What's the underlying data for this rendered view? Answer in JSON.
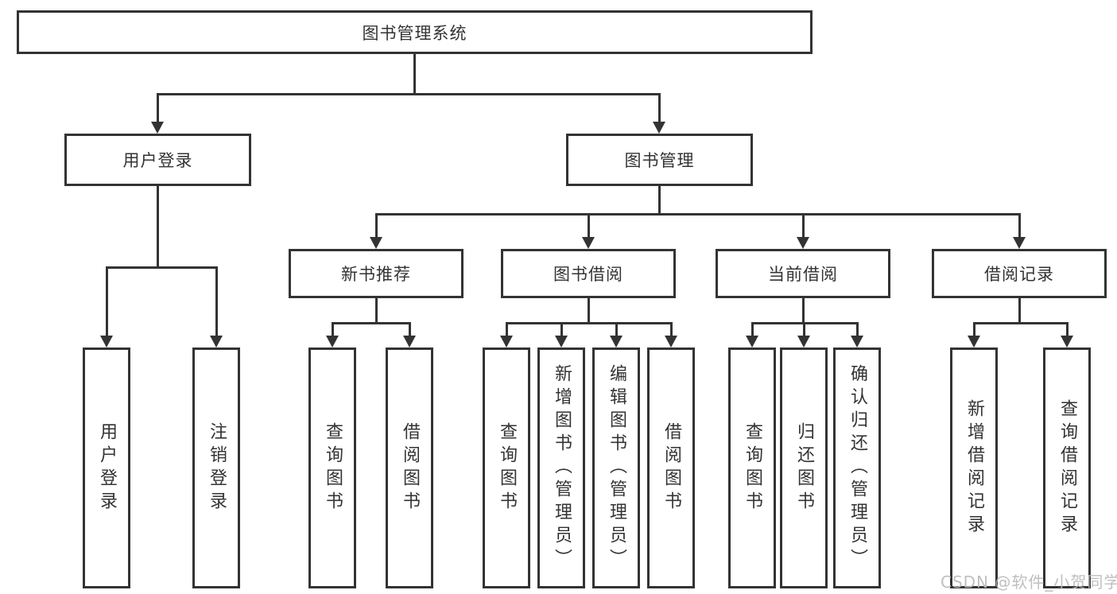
{
  "diagram": {
    "root_label": "图书管理系统",
    "level2": [
      "用户登录",
      "图书管理"
    ],
    "level3": [
      "新书推荐",
      "图书借阅",
      "当前借阅",
      "借阅记录"
    ],
    "leaves_login": [
      "用户登录",
      "注销登录"
    ],
    "leaves_newbook": [
      "查询图书",
      "借阅图书"
    ],
    "leaves_borrow": [
      "查询图书",
      "新增图书（管理员）",
      "编辑图书（管理员）",
      "借阅图书"
    ],
    "leaves_current": [
      "查询图书",
      "归还图书",
      "确认归还（管理员）"
    ],
    "leaves_records": [
      "新增借阅记录",
      "查询借阅记录"
    ],
    "watermark": "CSDN @软件_小贺同学",
    "colors": {
      "line": "#333333",
      "box_border": "#333333",
      "text": "#333333",
      "background": "#ffffff",
      "watermark": "#bababa"
    }
  }
}
